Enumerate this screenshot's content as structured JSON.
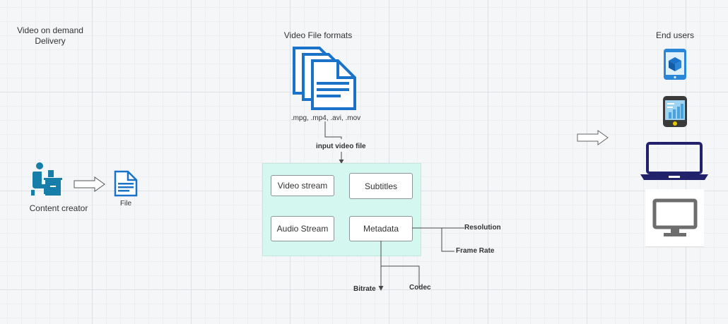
{
  "title": "Video on demand\nDelivery",
  "formats_title": "Video File formats",
  "formats_list": ".mpg, .mp4, .avi, .mov",
  "input_label": "input video file",
  "end_users_title": "End users",
  "creator_label": "Content creator",
  "file_label": "File",
  "blocks": {
    "video_stream": "Video stream",
    "subtitles": "Subtitles",
    "audio_stream": "Audio Stream",
    "metadata": "Metadata"
  },
  "metadata_branches": {
    "resolution": "Resolution",
    "frame_rate": "Frame Rate",
    "bitrate": "Bitrate",
    "codec": "Codec"
  },
  "colors": {
    "doc_blue": "#1a73c9",
    "person_teal": "#167ea8",
    "laptop_navy": "#21226b",
    "group_fill": "#d4f7ef",
    "monitor_gray": "#6d6d6d"
  },
  "icons": [
    "document-stack-icon",
    "content-creator-icon",
    "file-icon",
    "tablet-icon",
    "mobile-dashboard-icon",
    "laptop-icon",
    "monitor-icon",
    "arrow-right-icon"
  ]
}
